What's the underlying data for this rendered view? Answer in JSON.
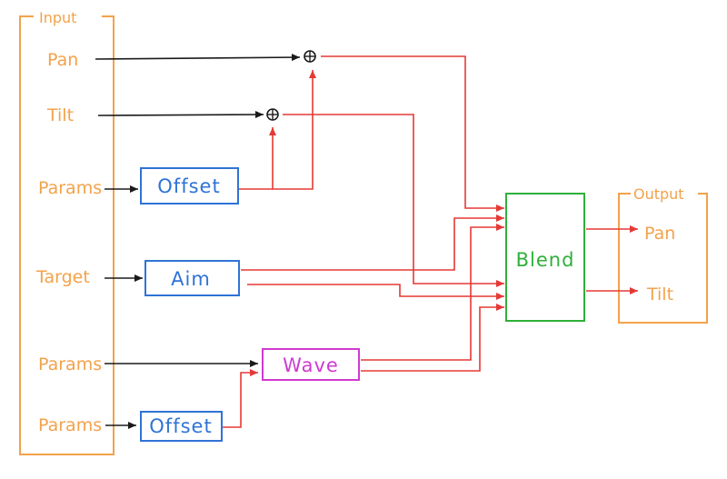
{
  "colors": {
    "orange": "#f3a24b",
    "blue": "#2f73d6",
    "green": "#2fb03a",
    "magenta": "#d03ad0",
    "red": "#e53935",
    "black": "#1b1b1b"
  },
  "input": {
    "title": "Input",
    "items": [
      "Pan",
      "Tilt",
      "Params",
      "Target",
      "Params",
      "Params"
    ]
  },
  "output": {
    "title": "Output",
    "items": [
      "Pan",
      "Tilt"
    ]
  },
  "blocks": {
    "offset_top": "Offset",
    "aim": "Aim",
    "wave": "Wave",
    "offset_bottom": "Offset",
    "blend": "Blend"
  }
}
